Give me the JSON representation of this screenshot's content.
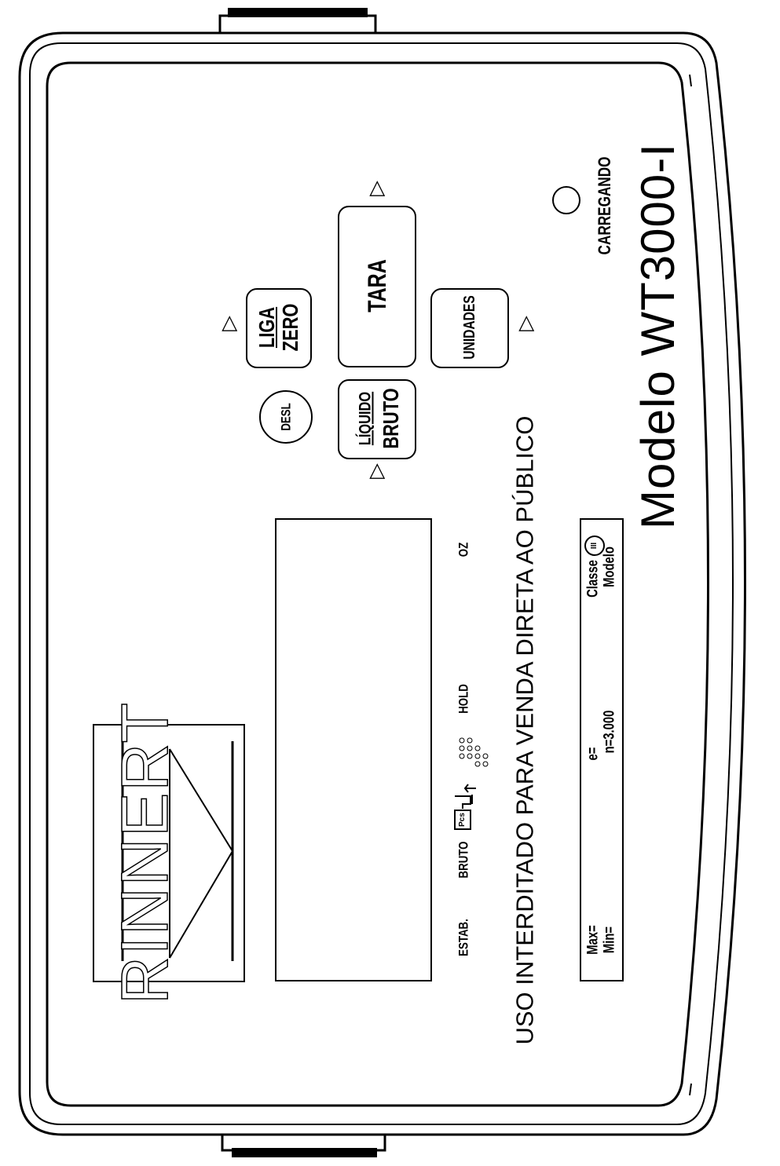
{
  "brand": {
    "logo_text": "RINNERT"
  },
  "buttons": {
    "liga_top": "LIGA",
    "liga_bottom": "ZERO",
    "tara": "TARA",
    "unidades": "UNIDADES",
    "liquido_top": "LÍQUIDO",
    "liquido_bottom": "BRUTO",
    "desl": "DESL"
  },
  "indicators": {
    "estab": "ESTAB.",
    "bruto": "BRUTO",
    "pcs": "Pcs",
    "hold": "HOLD",
    "oz": "OZ",
    "charging": "CARREGANDO"
  },
  "notice": "USO INTERDITADO PARA VENDA DIRETA AO PÚBLICO",
  "model": "Modelo WT3000-I",
  "spec_plate": {
    "max": "Max=",
    "min": "Min=",
    "e": "e=",
    "n": "n=3.000",
    "classe": "Classe",
    "class_symbol": "III",
    "modelo": "Modelo"
  },
  "arrow_symbol": "▷",
  "colors": {
    "ink": "#000000",
    "panel": "#ffffff"
  }
}
